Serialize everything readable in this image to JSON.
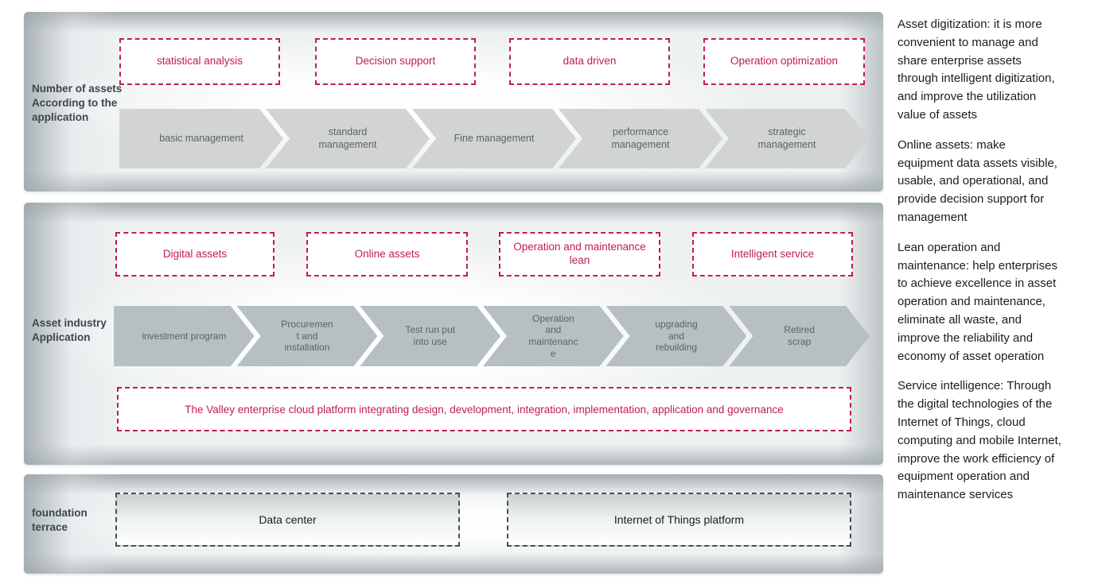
{
  "colors": {
    "accent_red": "#c21c4d",
    "band1_arrow_fill": "#d2d3d3",
    "band2_arrow_fill": "#b6bfc1",
    "label_dark": "#3b474f",
    "foundation_border": "#44504e"
  },
  "band1": {
    "label": "Number of assets According to the application",
    "boxes": [
      "statistical analysis",
      "Decision support",
      "data driven",
      "Operation optimization"
    ],
    "arrows": [
      "basic management",
      "standard management",
      "Fine management",
      "performance management",
      "strategic management"
    ]
  },
  "band2": {
    "label": "Asset industry Application",
    "boxes": [
      "Digital assets",
      "Online assets",
      "Operation and maintenance lean",
      "Intelligent service"
    ],
    "arrows": [
      "investment program",
      "Procurement and installation",
      "Test run put into use",
      "Operation and maintenance",
      "upgrading and rebuilding",
      "Retired scrap"
    ],
    "platform": "The Valley enterprise cloud platform integrating design, development, integration, implementation, application and governance"
  },
  "band3": {
    "label": "foundation terrace",
    "boxes": [
      "Data center",
      "Internet of Things platform"
    ]
  },
  "sidebar": {
    "paragraphs": [
      "Asset digitization: it is more convenient to manage and share enterprise assets through intelligent digitization, and improve the utilization value of assets",
      "Online assets: make equipment data assets visible, usable, and operational, and provide decision support for management",
      "Lean operation and maintenance: help enterprises to achieve excellence in asset operation and maintenance, eliminate all waste, and improve the reliability and economy of asset operation",
      "Service intelligence: Through the digital technologies of the Internet of Things, cloud computing and mobile Internet, improve the work efficiency of equipment operation and maintenance services"
    ]
  }
}
